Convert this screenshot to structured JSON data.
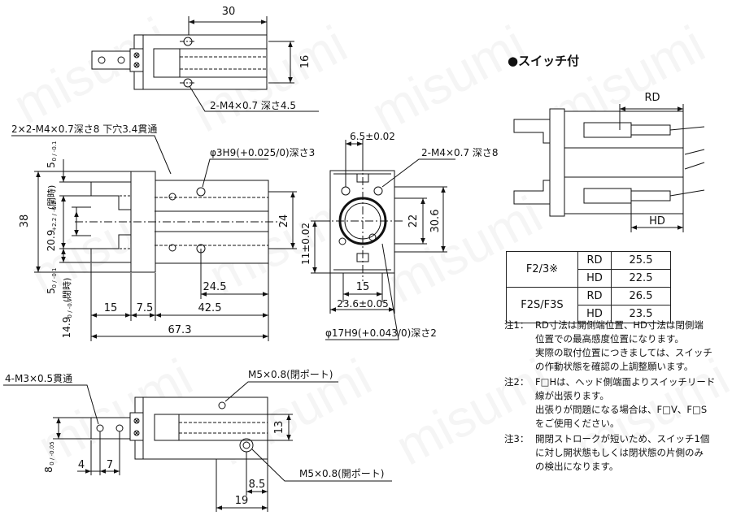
{
  "watermark": "misumi",
  "top_view": {
    "dim_width": "30",
    "dim_height": "16",
    "callout_holes": "2-M4×0.7 深さ4.5"
  },
  "front_view": {
    "callout_threads": "2×2-M4×0.7深さ8 下穴3.4貫通",
    "callout_pin": "φ3H9(+0.025/0)深さ3",
    "dim_38": "38",
    "dim_5_top": "5",
    "tol_5_top": "0 / -0.1",
    "dim_20_9": "20.9",
    "tol_20_9": "+2.2 / -0.2",
    "note_open": "(開時)",
    "dim_5_bottom": "5",
    "tol_5_bottom": "0 / -0.1",
    "dim_14_9": "14.9",
    "tol_14_9": "0 / -0.7",
    "note_closed": "(閉時)",
    "dim_24": "24",
    "dim_24_5": "24.5",
    "dim_15": "15",
    "dim_7_5": "7.5",
    "dim_42_5": "42.5",
    "dim_67_3": "67.3"
  },
  "end_view": {
    "dim_6_5": "6.5±0.02",
    "callout_holes": "2-M4×0.7 深さ8",
    "dim_22": "22",
    "dim_30_6": "30.6",
    "dim_11": "11±0.02",
    "dim_15": "15",
    "dim_23_6": "23.6±0.05",
    "callout_bore": "φ17H9(+0.043/0)深さ2"
  },
  "bottom_view": {
    "callout_thru": "4-M3×0.5貫通",
    "callout_close_port": "M5×0.8(閉ポート)",
    "callout_open_port": "M5×0.8(開ポート)",
    "dim_13": "13",
    "dim_8": "8",
    "tol_8": "0 / -0.05",
    "dim_4": "4",
    "dim_7": "7",
    "dim_8_5": "8.5",
    "dim_19": "19"
  },
  "switch": {
    "title": "●スイッチ付",
    "dim_rd": "RD",
    "dim_hd": "HD"
  },
  "switch_table": [
    {
      "model": "F2/3※",
      "rows": [
        {
          "code": "RD",
          "value": "25.5"
        },
        {
          "code": "HD",
          "value": "22.5"
        }
      ]
    },
    {
      "model": "F2S/F3S",
      "rows": [
        {
          "code": "RD",
          "value": "26.5"
        },
        {
          "code": "HD",
          "value": "23.5"
        }
      ]
    }
  ],
  "notes": [
    {
      "label": "注1：",
      "lines": [
        "RD寸法は開側端位置、HD寸法は閉側端",
        "位置での最高感度位置になります。",
        "実際の取付位置につきましては、スイッチ",
        "の作動状態を確認の上調整願います。"
      ]
    },
    {
      "label": "注2：",
      "lines": [
        "F□Hは、ヘッド側端面よりスイッチリード",
        "線が出張ります。",
        "出張りが問題になる場合は、F□V、F□S",
        "をご使用ください。"
      ]
    },
    {
      "label": "注3：",
      "lines": [
        "開閉ストロークが短いため、スイッチ1個",
        "に対し開状態もしくは閉状態の片側のみ",
        "の検出になります。"
      ]
    }
  ]
}
